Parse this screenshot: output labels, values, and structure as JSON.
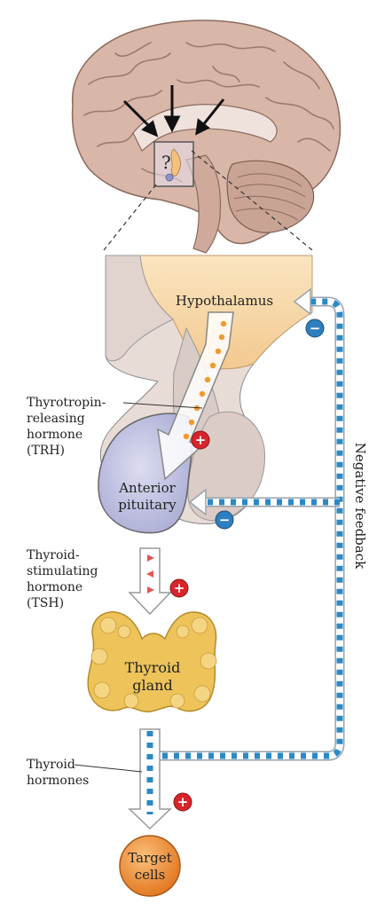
{
  "labels": {
    "hypothalamus": "Hypothalamus",
    "trh_line1": "Thyrotropin-",
    "trh_line2": "releasing",
    "trh_line3": "hormone",
    "trh_line4": "(TRH)",
    "anterior_line1": "Anterior",
    "anterior_line2": "pituitary",
    "tsh_line1": "Thyroid-",
    "tsh_line2": "stimulating",
    "tsh_line3": "hormone",
    "tsh_line4": "(TSH)",
    "thyroid_line1": "Thyroid",
    "thyroid_line2": "gland",
    "hormones_line1": "Thyroid",
    "hormones_line2": "hormones",
    "target_line1": "Target",
    "target_line2": "cells",
    "negative_feedback": "Negative feedback",
    "brain_question_mark": "?"
  },
  "signs": {
    "stimulate": "+",
    "inhibit": "−"
  },
  "colors": {
    "stimulate_red": "#d8242b",
    "inhibit_blue": "#2d7fc0",
    "feedback_dash": "#2b8ac6",
    "trh_dot": "#f29a2e",
    "tsh_triangle": "#e5564f",
    "hypothalamus_fill": "#f7dcae",
    "pituitary_fill": "#c7c8e6",
    "thyroid_fill": "#eec65e",
    "target_fill": "#ee8a30",
    "brain_fill": "#d8b8aa"
  }
}
